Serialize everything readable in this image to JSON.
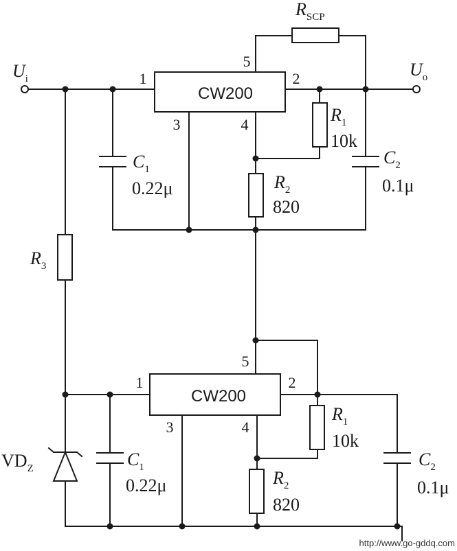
{
  "labels": {
    "ui": {
      "main": "U",
      "sub": "i"
    },
    "uo": {
      "main": "U",
      "sub": "o"
    },
    "rscp": {
      "main": "R",
      "sub": "SCP"
    },
    "r3": {
      "main": "R",
      "sub": "3"
    },
    "vdz": {
      "main": "VD",
      "sub": "Z"
    }
  },
  "top_stage": {
    "ic_label": "CW200",
    "pins": {
      "p1": "1",
      "p2": "2",
      "p3": "3",
      "p4": "4",
      "p5": "5"
    },
    "r1": {
      "main": "R",
      "sub": "1",
      "value": "10k"
    },
    "r2": {
      "main": "R",
      "sub": "2",
      "value": "820"
    },
    "c1": {
      "main": "C",
      "sub": "1",
      "value": "0.22μ"
    },
    "c2": {
      "main": "C",
      "sub": "2",
      "value": "0.1μ"
    }
  },
  "bottom_stage": {
    "ic_label": "CW200",
    "pins": {
      "p1": "1",
      "p2": "2",
      "p3": "3",
      "p4": "4",
      "p5": "5"
    },
    "r1": {
      "main": "R",
      "sub": "1",
      "value": "10k"
    },
    "r2": {
      "main": "R",
      "sub": "2",
      "value": "820"
    },
    "c1": {
      "main": "C",
      "sub": "1",
      "value": "0.22μ"
    },
    "c2": {
      "main": "C",
      "sub": "2",
      "value": "0.1μ"
    }
  },
  "watermark": "http://www.go-gddq.com"
}
